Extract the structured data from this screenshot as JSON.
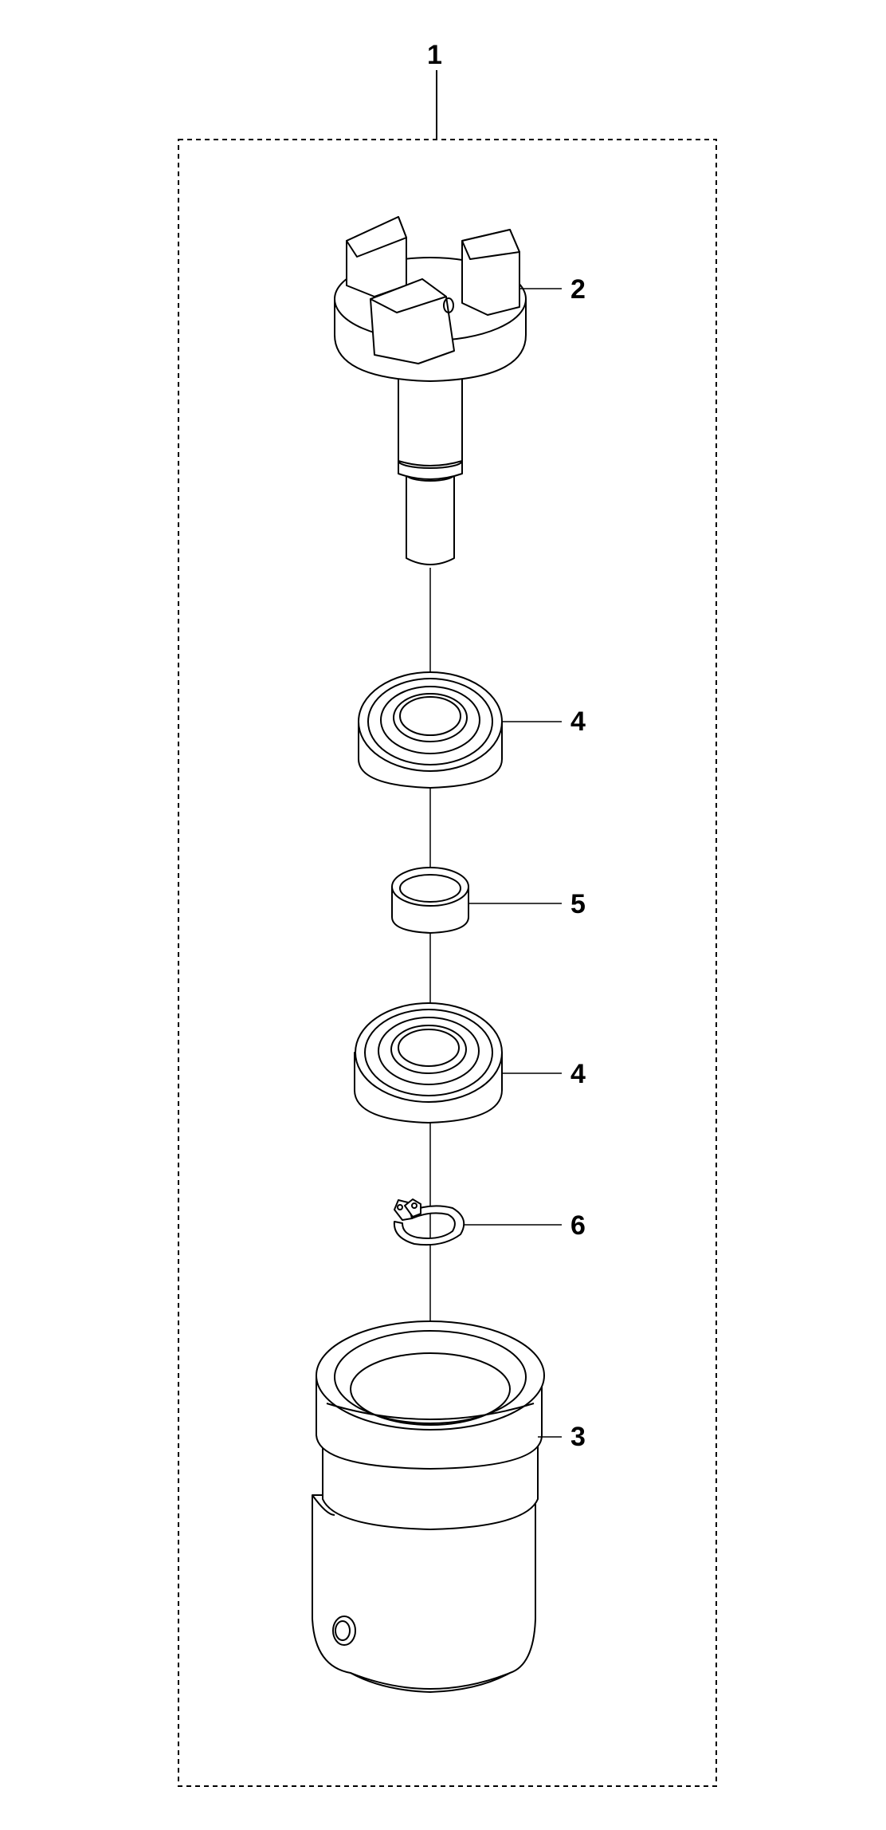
{
  "diagram": {
    "callouts": [
      {
        "id": "1",
        "text": "1"
      },
      {
        "id": "2",
        "text": "2"
      },
      {
        "id": "4a",
        "text": "4"
      },
      {
        "id": "5",
        "text": "5"
      },
      {
        "id": "4b",
        "text": "4"
      },
      {
        "id": "6",
        "text": "6"
      },
      {
        "id": "3",
        "text": "3"
      }
    ]
  }
}
